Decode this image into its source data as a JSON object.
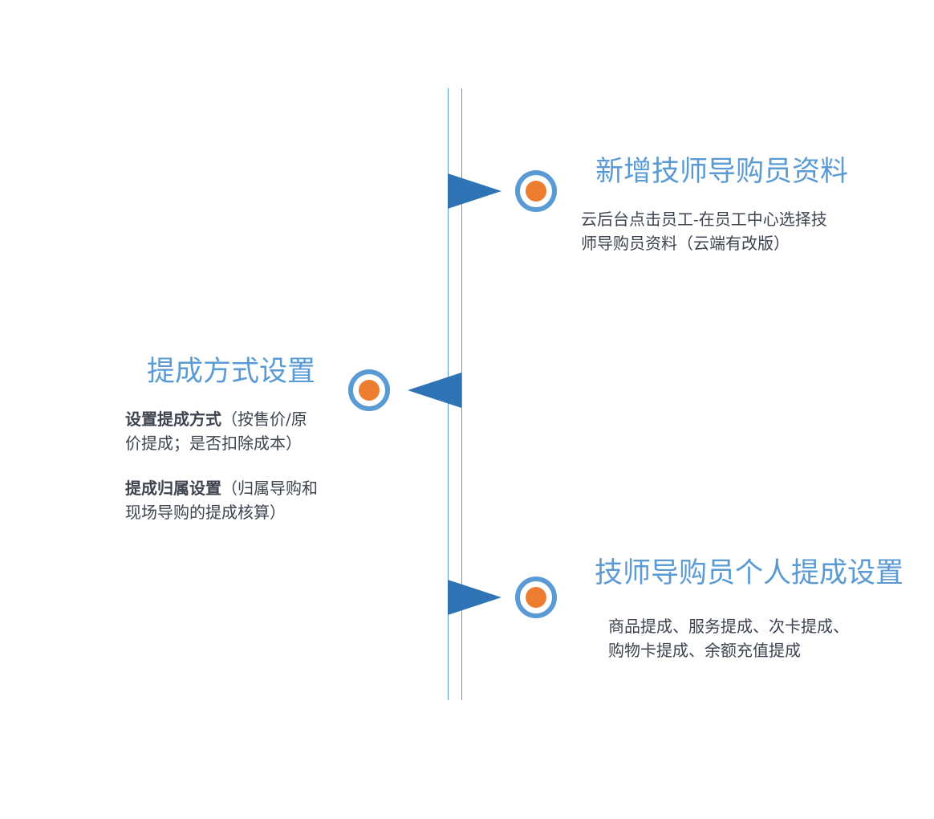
{
  "colors": {
    "line": "#5b9bd5",
    "arrow": "#2e74b5",
    "node_ring": "#5b9bd5",
    "node_dot": "#ed7d31",
    "title": "#5b9bd5",
    "body": "#3d4450"
  },
  "steps": [
    {
      "title": "新增技师导购员资料",
      "lines": [
        "云后台点击员工-在员工中心选择技",
        "师导购员资料（云端有改版）"
      ]
    },
    {
      "title": "提成方式设置",
      "items": [
        {
          "bold": "设置提成方式",
          "rest1": "（按售价/原",
          "rest2": "价提成；是否扣除成本）"
        },
        {
          "bold": "提成归属设置",
          "rest1": "（归属导购和",
          "rest2": "现场导购的提成核算）"
        }
      ]
    },
    {
      "title": "技师导购员个人提成设置",
      "lines": [
        "商品提成、服务提成、次卡提成、",
        "购物卡提成、余额充值提成"
      ]
    }
  ]
}
